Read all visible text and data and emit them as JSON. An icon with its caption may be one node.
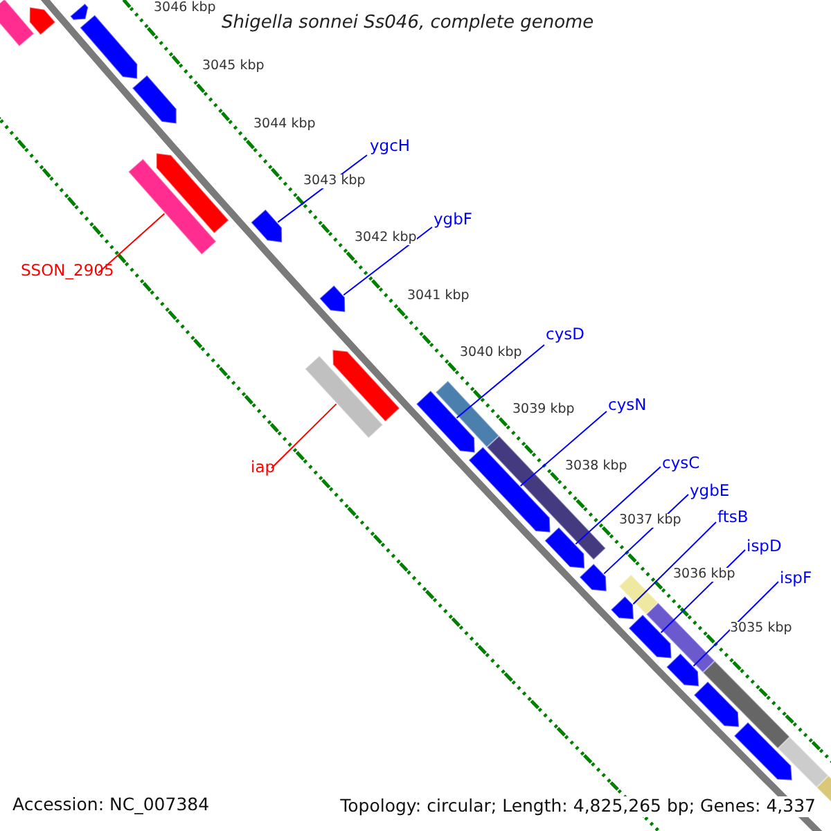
{
  "diagram": {
    "title": "Shigella sonnei Ss046, complete genome",
    "nodes": [
      {
        "text": [
          "ygcH"
        ]
      },
      {
        "text": [
          "ygbF"
        ]
      },
      {
        "text": [
          "SSON_2905"
        ]
      },
      {
        "text": [
          "cysD"
        ]
      },
      {
        "text": [
          "cysN"
        ]
      },
      {
        "text": [
          "cysC"
        ]
      },
      {
        "text": [
          "iap"
        ]
      },
      {
        "text": [
          "ygbE"
        ]
      },
      {
        "text": [
          "ftsB"
        ]
      },
      {
        "text": [
          "ispD"
        ]
      },
      {
        "text": [
          "ispF"
        ]
      },
      {
        "text": [],
        "shape": "bar"
      },
      {
        "text": [],
        "shape": "bar"
      },
      {
        "text": [],
        "shape": "bar"
      },
      {
        "text": [],
        "shape": "bar"
      },
      {
        "text": [],
        "shape": "bar"
      },
      {
        "text": [],
        "shape": "bar"
      },
      {
        "text": [],
        "shape": "bar"
      },
      {
        "text": [],
        "shape": "bar"
      },
      {
        "text": [],
        "shape": "bar"
      },
      {
        "text": [],
        "shape": "bar"
      },
      {
        "text": [],
        "shape": "bar"
      },
      {
        "text": [],
        "shape": "bar"
      },
      {
        "text": [],
        "shape": "bar"
      },
      {
        "text": [],
        "shape": "bar"
      },
      {
        "text": [],
        "shape": "bar"
      },
      {
        "text": [],
        "shape": "bar"
      },
      {
        "text": [],
        "shape": "bar"
      },
      {
        "text": [],
        "shape": "bar"
      },
      {
        "text": [],
        "shape": "bar"
      },
      {
        "text": [],
        "shape": "bar"
      },
      {
        "text": [],
        "shape": "bar"
      },
      {
        "text": [],
        "shape": "bar"
      },
      {
        "text": [],
        "shape": "bar"
      },
      {
        "text": [],
        "shape": "bar"
      },
      {
        "text": [],
        "shape": "bar"
      },
      {
        "text": [],
        "shape": "bar"
      },
      {
        "text": [],
        "shape": "bar"
      }
    ],
    "edges": [
      {
        "from": 0,
        "to": 12,
        "arrow": "none"
      },
      {
        "from": 1,
        "to": 13,
        "arrow": "none"
      },
      {
        "from": 2,
        "to": 11,
        "arrow": "none",
        "color": "#ff0000"
      },
      {
        "from": 3,
        "to": 15,
        "arrow": "none"
      },
      {
        "from": 4,
        "to": 16,
        "arrow": "none"
      },
      {
        "from": 5,
        "to": 17,
        "arrow": "none"
      },
      {
        "from": 6,
        "to": 14,
        "arrow": "none",
        "color": "#ff0000"
      },
      {
        "from": 7,
        "to": 18,
        "arrow": "none"
      },
      {
        "from": 8,
        "to": 19,
        "arrow": "none"
      },
      {
        "from": 9,
        "to": 20,
        "arrow": "none"
      },
      {
        "from": 10,
        "to": 21,
        "arrow": "none"
      }
    ],
    "labels": [
      "3046 kbp",
      "3045 kbp",
      "3044 kbp",
      "3043 kbp",
      "3042 kbp",
      "3041 kbp",
      "3040 kbp",
      "3039 kbp",
      "3038 kbp",
      "3037 kbp",
      "3036 kbp",
      "3035 kbp",
      "Accession: NC_007384",
      "Topology: circular; Length: 4,825,265 bp; Genes: 4,337"
    ]
  }
}
